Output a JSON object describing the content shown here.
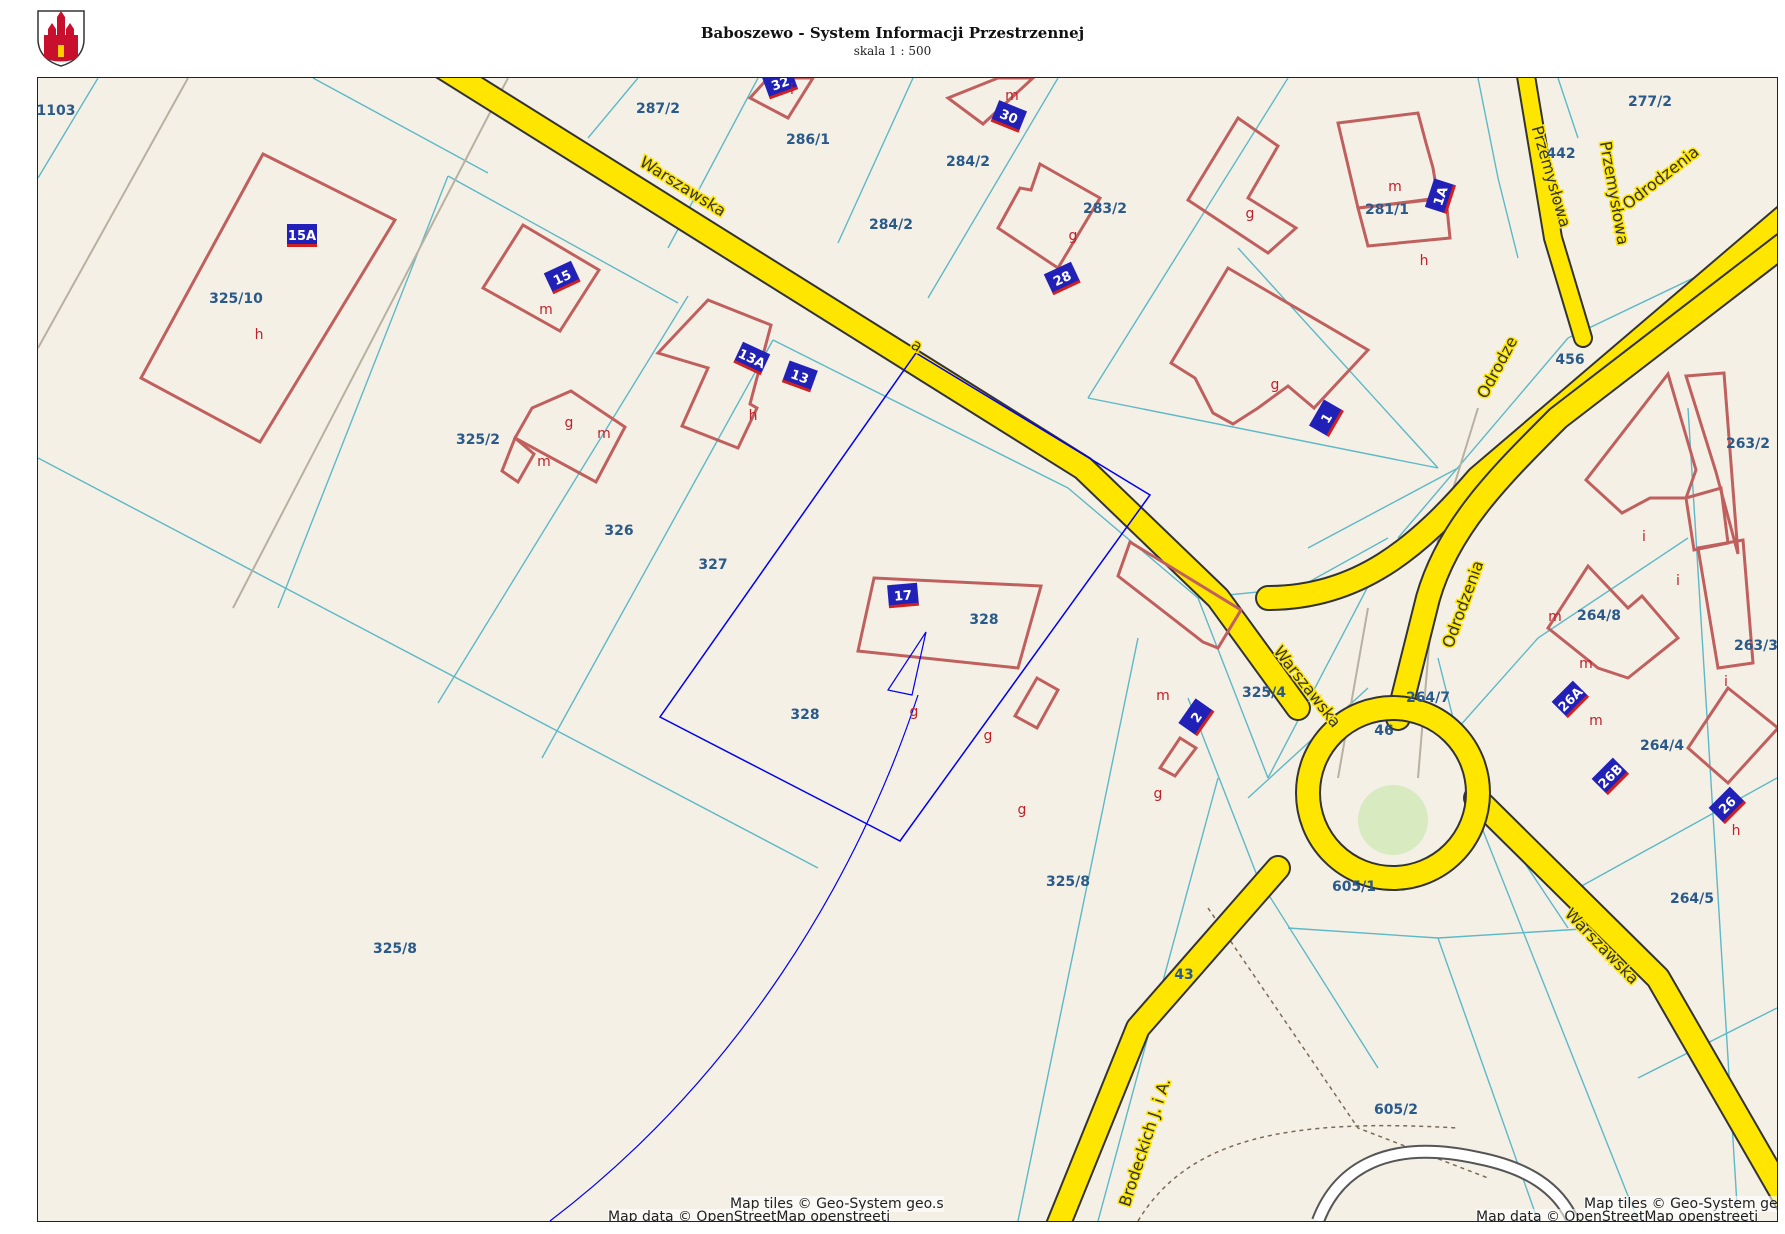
{
  "header": {
    "title": "Baboszewo - System Informacji Przestrzennej",
    "scale": "skala 1 : 500"
  },
  "colors": {
    "background": "#f5f0e6",
    "parcel_line": "#5db8c8",
    "building": "#c0605e",
    "road": "#ffe600",
    "road_casing": "#333333",
    "parcel_label": "#2a5a8a",
    "building_label": "#c0202a",
    "house_number_bg": "#2121b8",
    "selection": "#0000ee",
    "green": "#cfe8b6"
  },
  "map": {
    "streets": [
      "Warszawska",
      "a",
      "Warszawska",
      "Warszawska",
      "Przemysłowa",
      "Przemysłowa",
      "Odrodzenia",
      "Odrodzenia",
      "Brodeckich J. i A.",
      "Odrodze"
    ],
    "parcels": [
      "1103",
      "287/2",
      "286/1",
      "284/2",
      "284/2",
      "283/2",
      "281/1",
      "277/2",
      "442",
      "325/10",
      "325/2",
      "326",
      "327",
      "328",
      "328",
      "325/4",
      "325/8",
      "325/8",
      "456",
      "263/2",
      "264/8",
      "263/3",
      "264/7",
      "264/4",
      "264/5",
      "605/1",
      "605/2",
      "43",
      "46"
    ],
    "house_numbers": [
      "32",
      "30",
      "15A",
      "15",
      "13A",
      "13",
      "28",
      "1A",
      "1",
      "17",
      "2",
      "26A",
      "26B",
      "26"
    ],
    "building_letters": [
      "i",
      "m",
      "h",
      "m",
      "g",
      "m",
      "m",
      "h",
      "g",
      "g",
      "g",
      "m",
      "h",
      "m",
      "g",
      "g",
      "g",
      "g",
      "m",
      "i",
      "i",
      "i",
      "m",
      "m",
      "h"
    ],
    "attribution": [
      "Map tiles © Geo-System geo.s",
      "Map data © OpenStreetMap openstreeti",
      "Map tiles © Geo-System geo.s",
      "Map data © OpenStreetMap openstreeti"
    ]
  }
}
